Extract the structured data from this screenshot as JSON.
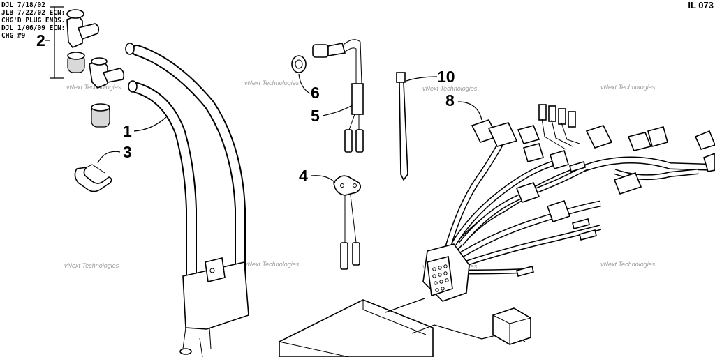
{
  "revision_notes": [
    "DJL 7/18/02",
    "JLB 7/22/02 ECN:",
    "CHG'D PLUG ENDS.",
    "DJL 1/06/09 ECN:",
    "CHG #9"
  ],
  "illustration_id": "IL 073",
  "callouts": {
    "c1": "1",
    "c2": "2",
    "c3": "3",
    "c4": "4",
    "c5": "5",
    "c6": "6",
    "c8": "8",
    "c10": "10"
  },
  "watermark": "vNext Technologies"
}
